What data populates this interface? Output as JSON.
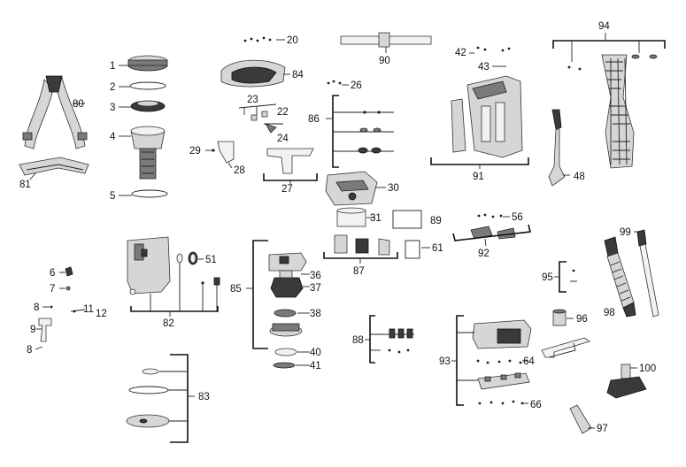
{
  "diagram": {
    "part_numbers": [
      "1",
      "2",
      "3",
      "4",
      "5",
      "6",
      "7",
      "8",
      "8",
      "9",
      "11",
      "12",
      "20",
      "22",
      "23",
      "24",
      "26",
      "27",
      "28",
      "29",
      "30",
      "31",
      "36",
      "37",
      "38",
      "40",
      "41",
      "42",
      "43",
      "48",
      "51",
      "56",
      "61",
      "64",
      "66",
      "80",
      "81",
      "82",
      "83",
      "84",
      "85",
      "86",
      "87",
      "88",
      "89",
      "90",
      "91",
      "92",
      "93",
      "94",
      "95",
      "96",
      "97",
      "98",
      "99",
      "100"
    ]
  },
  "colors": {
    "line": "#222222",
    "part_fill": "#d6d6d6",
    "dark_fill": "#3a3a3a",
    "background": "#ffffff"
  }
}
